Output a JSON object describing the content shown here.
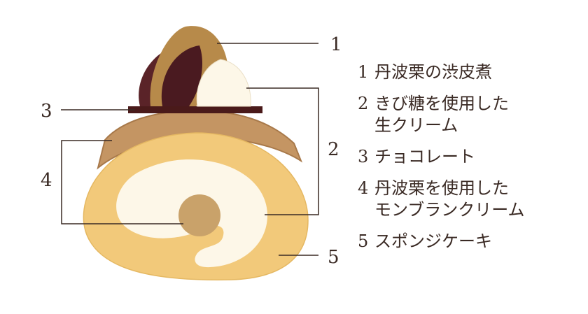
{
  "callout_numbers": [
    "1",
    "2",
    "3",
    "4",
    "5"
  ],
  "legend": [
    {
      "num": "1",
      "lines": [
        "丹波栗の渋皮煮"
      ]
    },
    {
      "num": "2",
      "lines": [
        "きび糖を使用した",
        "生クリーム"
      ]
    },
    {
      "num": "3",
      "lines": [
        "チョコレート"
      ]
    },
    {
      "num": "4",
      "lines": [
        "丹波栗を使用した",
        "モンブランクリーム"
      ]
    },
    {
      "num": "5",
      "lines": [
        "スポンジケーキ"
      ]
    }
  ],
  "colors": {
    "text": "#3a2a24",
    "sponge": "#f2c97a",
    "cream": "#fdf7e8",
    "montblanc": "#c9a26a",
    "chocolate": "#4a1a1a",
    "chestnut_dark": "#4a1a20",
    "chestnut_light": "#b78a4a"
  }
}
